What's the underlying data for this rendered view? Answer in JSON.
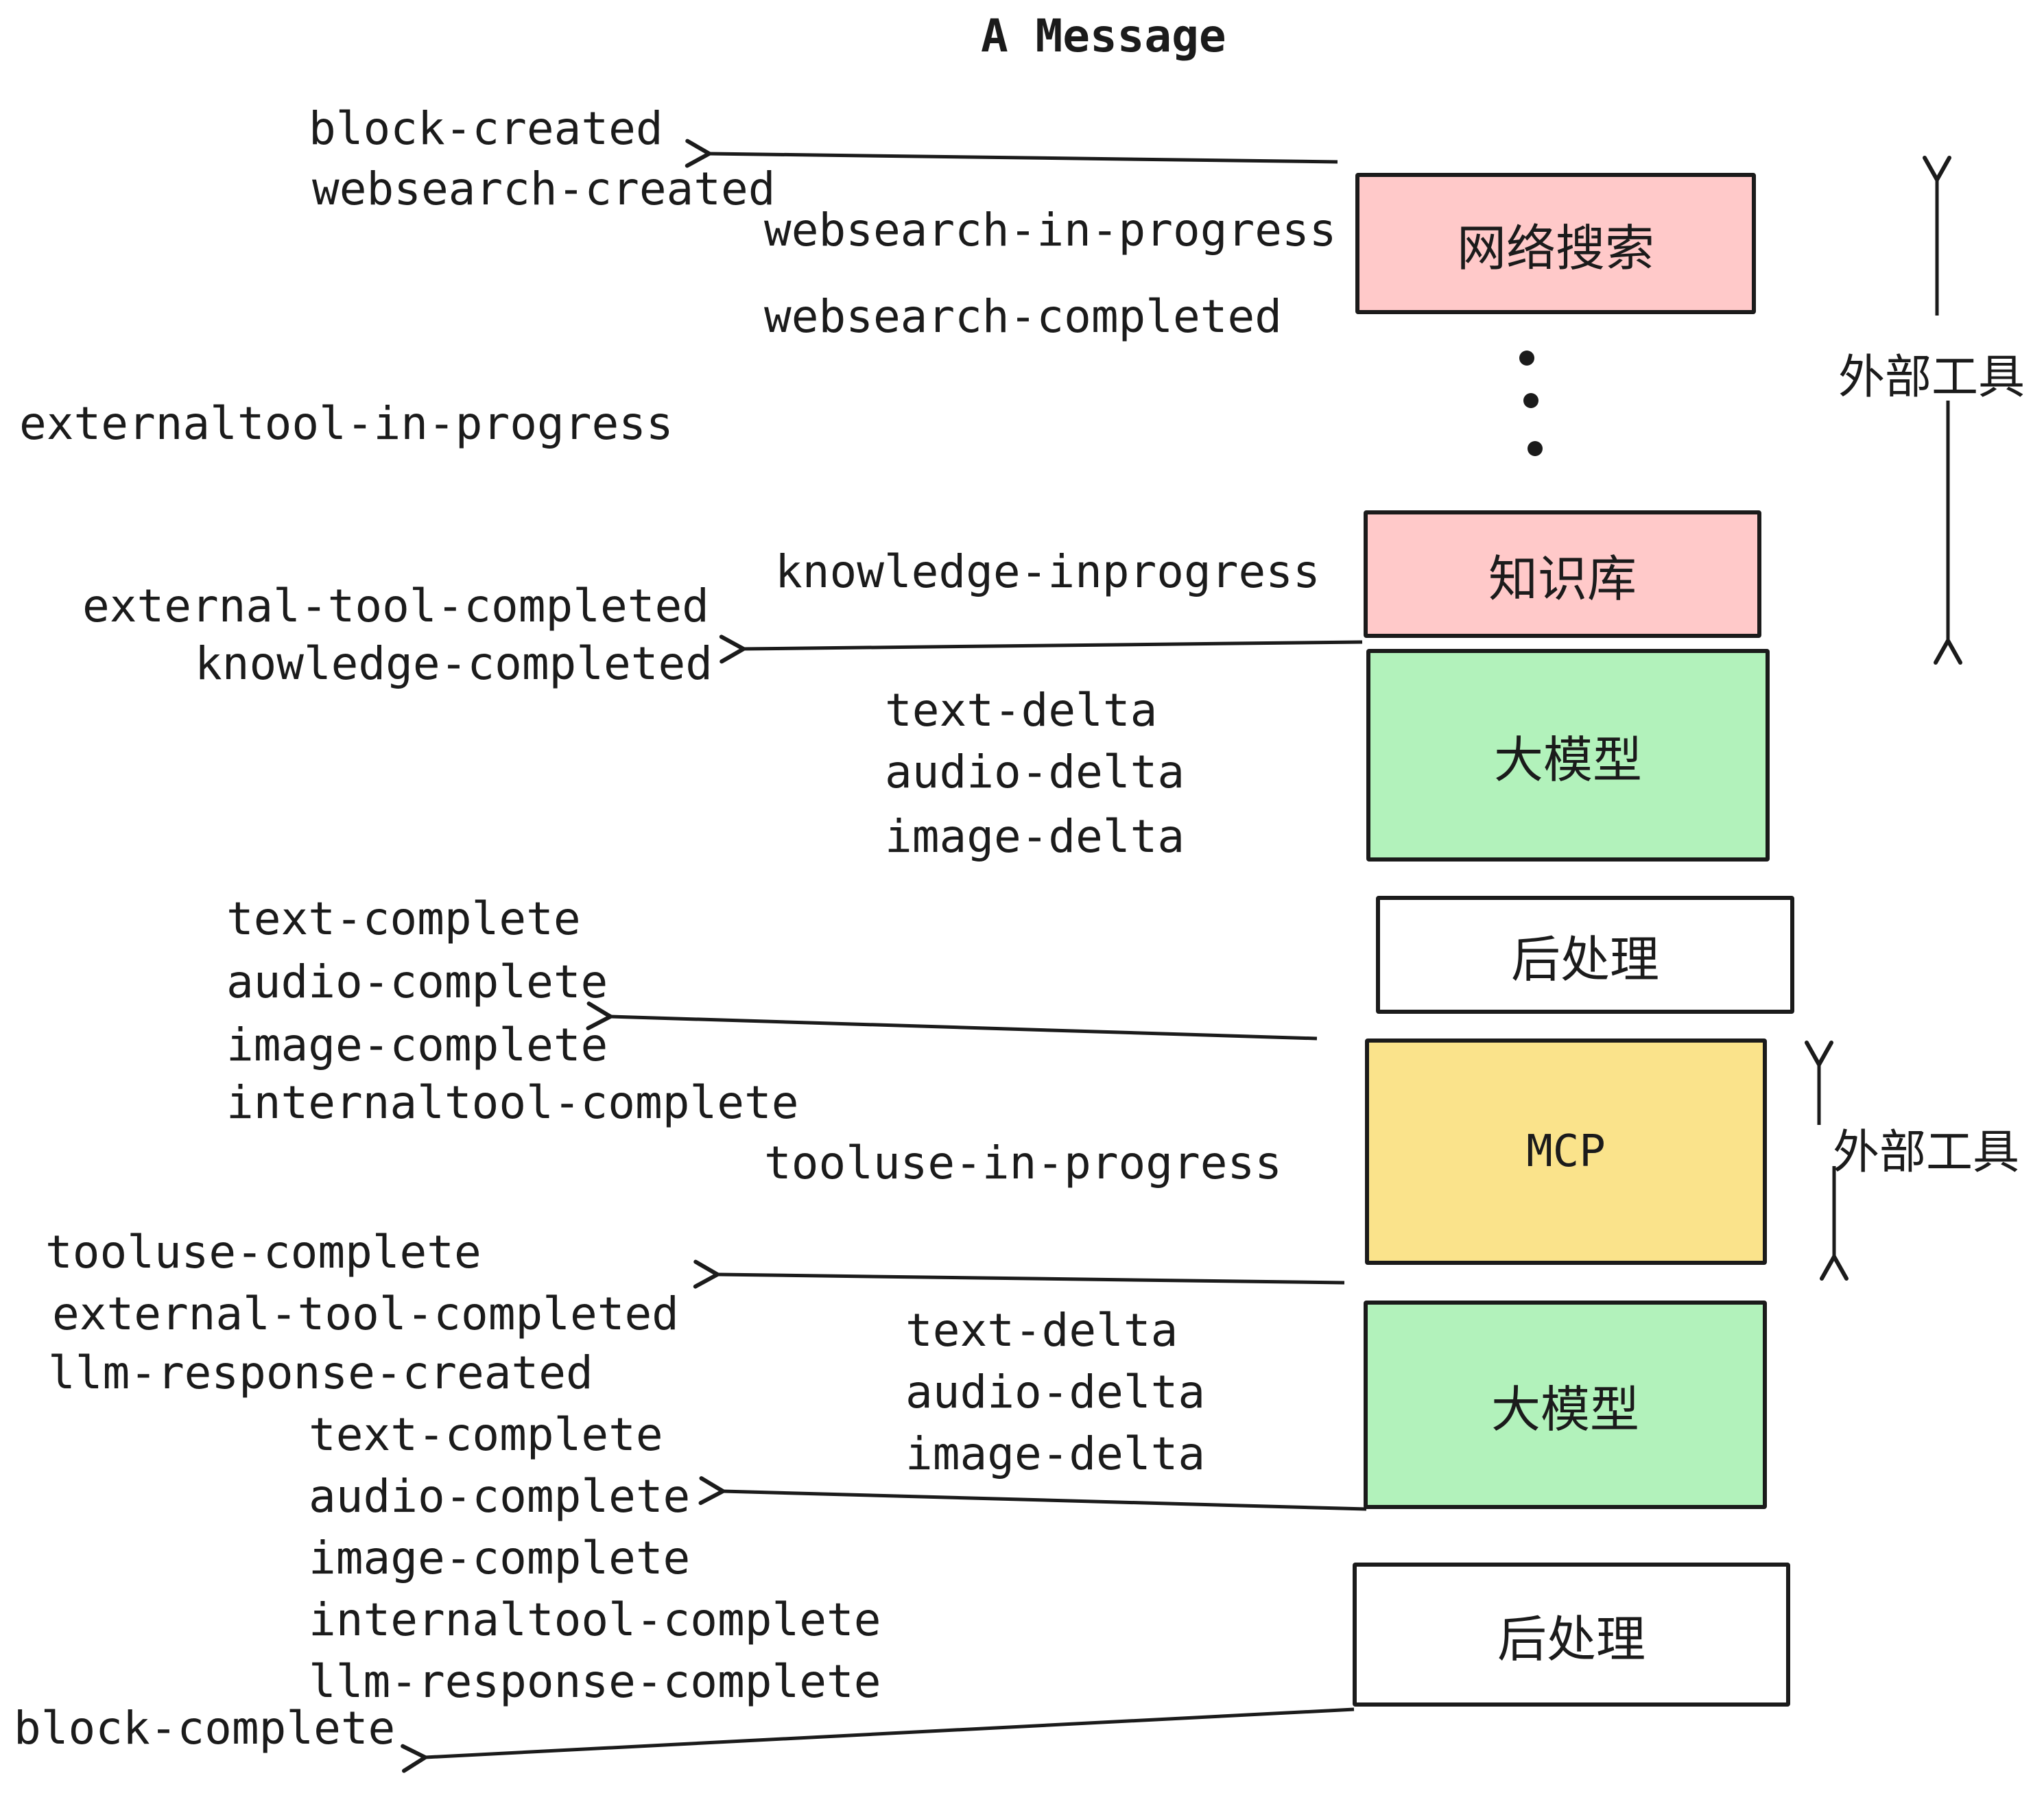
{
  "title": "A Message",
  "events": {
    "block_created": "block-created",
    "websearch_created": "websearch-created",
    "websearch_in_progress": "websearch-in-progress",
    "websearch_completed": "websearch-completed",
    "externaltool_in_progress": "externaltool-in-progress",
    "knowledge_inprogress": "knowledge-inprogress",
    "external_tool_completed": "external-tool-completed",
    "knowledge_completed": "knowledge-completed",
    "text_delta": "text-delta",
    "audio_delta": "audio-delta",
    "image_delta": "image-delta",
    "text_complete": "text-complete",
    "audio_complete": "audio-complete",
    "image_complete": "image-complete",
    "internaltool_complete": "internaltool-complete",
    "tooluse_in_progress": "tooluse-in-progress",
    "tooluse_complete": "tooluse-complete",
    "external_tool_completed2": "external-tool-completed",
    "llm_response_created": "llm-response-created",
    "text_delta2": "text-delta",
    "audio_delta2": "audio-delta",
    "image_delta2": "image-delta",
    "text_complete2": "text-complete",
    "audio_complete2": "audio-complete",
    "image_complete2": "image-complete",
    "internaltool_complete2": "internaltool-complete",
    "llm_response_complete": "llm-response-complete",
    "block_complete": "block-complete"
  },
  "boxes": {
    "websearch": "网络搜索",
    "knowledge": "知识库",
    "llm1": "大模型",
    "post1": "后处理",
    "mcp": "MCP",
    "llm2": "大模型",
    "post2": "后处理"
  },
  "annotations": {
    "external_tools_top": "外部工具",
    "external_tools_bottom": "外部工具"
  },
  "colors": {
    "pink": "#FFC9C9",
    "green": "#B2F2BB",
    "yellow": "#FAE38B",
    "white": "#FFFFFF",
    "ink": "#1B1B1B"
  }
}
